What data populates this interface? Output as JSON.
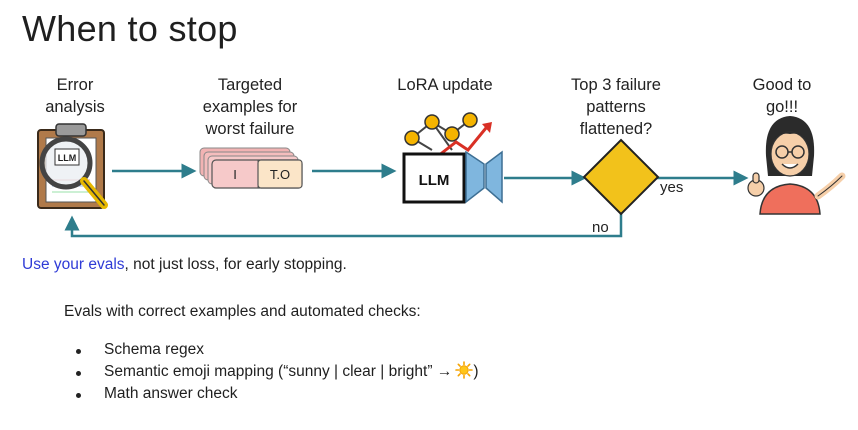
{
  "title": "When to stop",
  "stages": {
    "error_analysis": "Error\nanalysis",
    "targeted_examples": "Targeted\nexamples for\nworst failure",
    "lora_update": "LoRA update",
    "decision": "Top 3 failure\npatterns\nflattened?",
    "good_to_go": "Good to\ngo!!!"
  },
  "icons": {
    "clipboard_label": "LLM",
    "card_input": "I",
    "card_output": "T.O",
    "llm_box_label": "LLM"
  },
  "edges": {
    "yes": "yes",
    "no": "no"
  },
  "colors": {
    "arrow": "#2e7d8c",
    "decision_fill": "#f2c21b",
    "highlight_text": "#2f3bd6",
    "card_fill": "#f6c9c9",
    "card_tag": "#fbe5c8",
    "lora_blue": "#7fb6de"
  },
  "caption": {
    "highlight": "Use your evals",
    "rest": ", not just loss, for early stopping."
  },
  "subheading": "Evals with correct examples and automated checks:",
  "bullets": [
    "Schema regex",
    "Semantic emoji mapping (“sunny | clear | bright” →",
    "Math answer check"
  ]
}
